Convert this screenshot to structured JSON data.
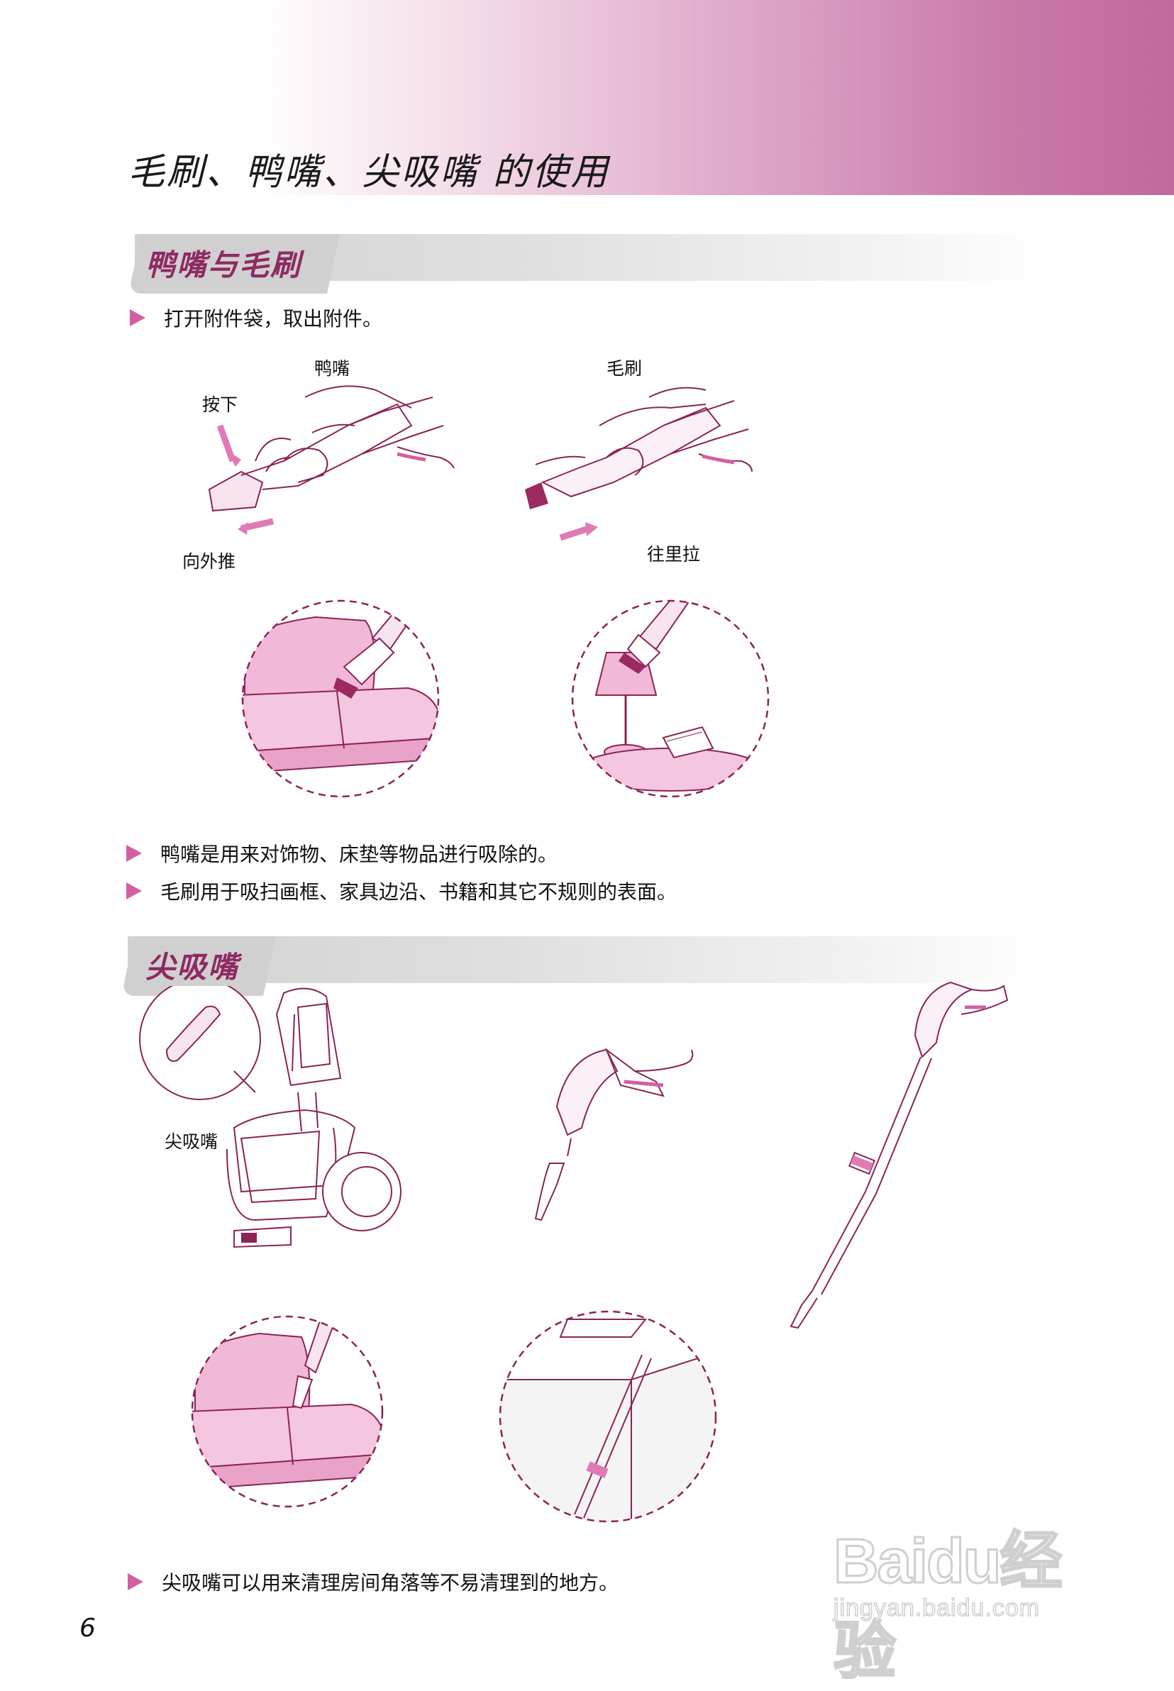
{
  "page": {
    "title": "毛刷、鸭嘴、尖吸嘴 的使用",
    "number": "6"
  },
  "section1": {
    "title": "鸭嘴与毛刷",
    "step": "打开附件袋，取出附件。",
    "labels": {
      "duck": "鸭嘴",
      "brush": "毛刷",
      "press": "按下",
      "push_out": "向外推",
      "pull_in": "往里拉"
    },
    "notes": [
      "鸭嘴是用来对饰物、床垫等物品进行吸除的。",
      "毛刷用于吸扫画框、家具边沿、书籍和其它不规则的表面。"
    ]
  },
  "section2": {
    "title": "尖吸嘴",
    "inset_label": "尖吸嘴",
    "note": "尖吸嘴可以用来清理房间角落等不易清理到的地方。"
  },
  "watermark": {
    "brand": "Baidu经验",
    "url": "jingyan.baidu.com"
  },
  "colors": {
    "accent": "#d45fa0",
    "section_title": "#8e2a62",
    "line_art": "#8a2457",
    "fill_pink": "#f2b8d8"
  }
}
